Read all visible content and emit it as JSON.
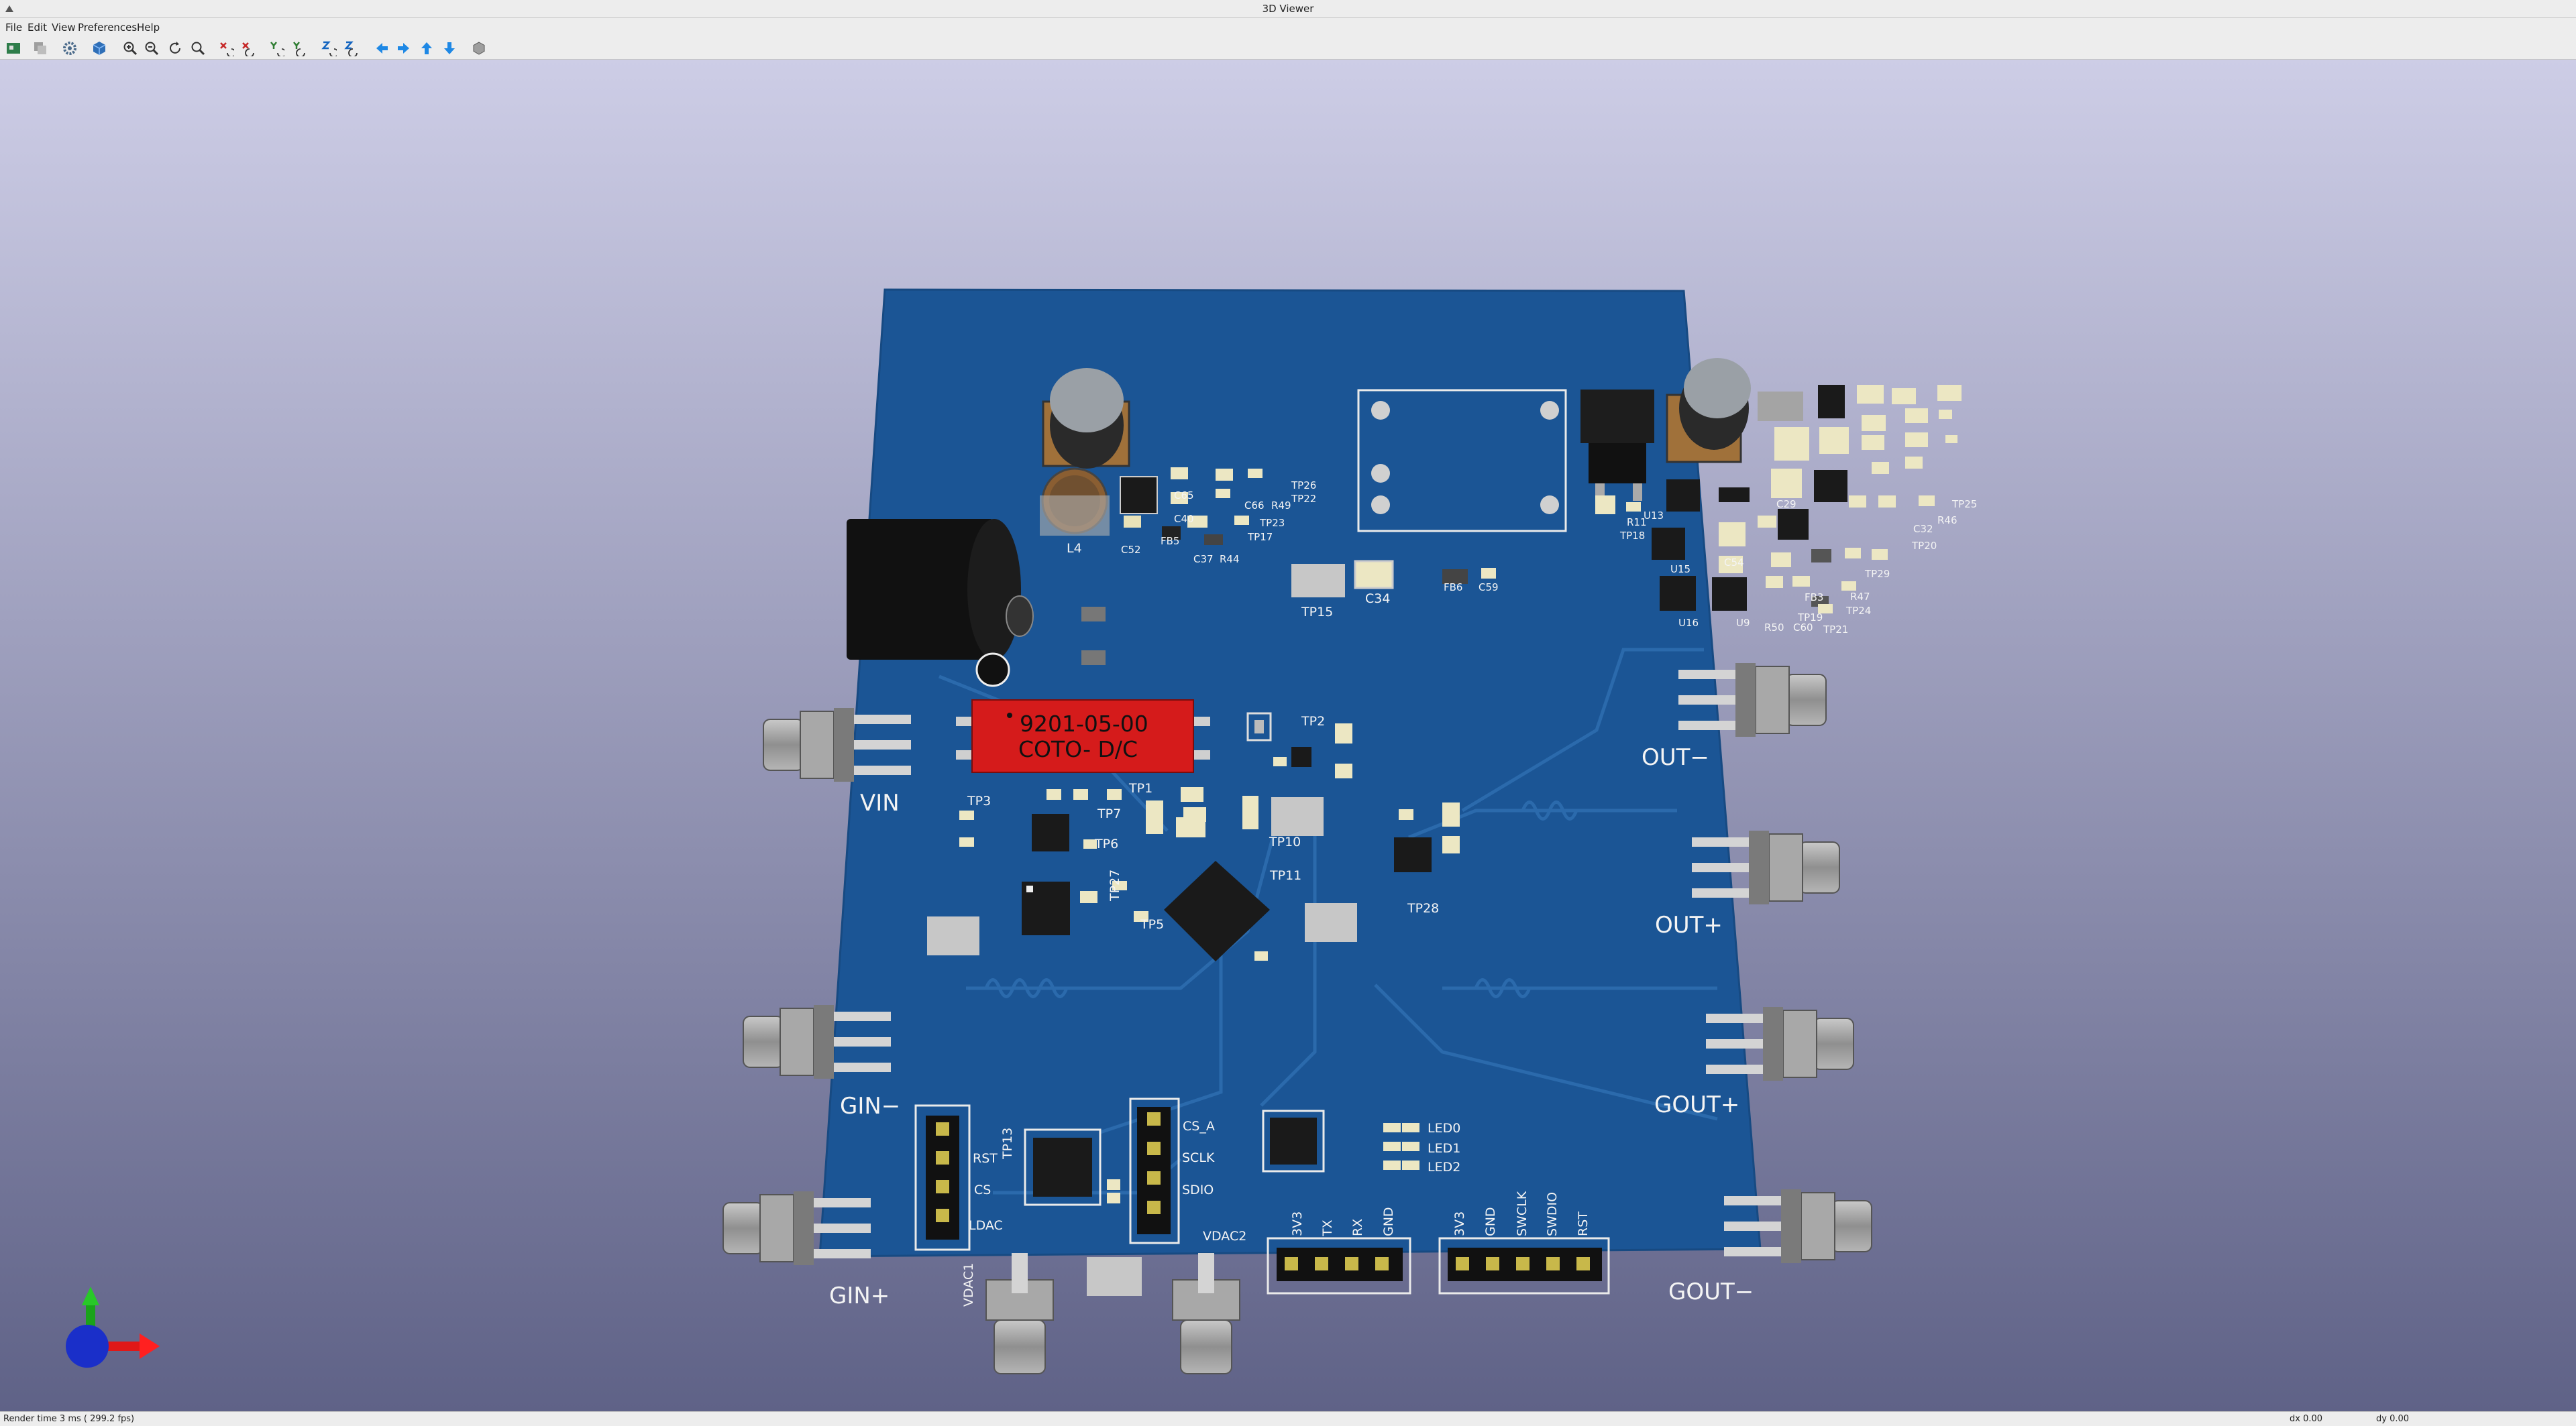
{
  "window": {
    "title": "3D Viewer"
  },
  "menu": {
    "file": "File",
    "edit": "Edit",
    "view": "View",
    "preferences": "Preferences",
    "help": "Help"
  },
  "board": {
    "relay_part_number": "9201-05-00",
    "relay_maker": "COTO- D/C",
    "connectors": {
      "vin": "VIN",
      "gin_minus": "GIN−",
      "gin_plus": "GIN+",
      "out_minus": "OUT−",
      "out_plus": "OUT+",
      "gout_plus": "GOUT+",
      "gout_minus": "GOUT−",
      "vdac1": "VDAC1",
      "vdac2": "VDAC2"
    },
    "header_left": {
      "rst": "RST",
      "cs": "CS",
      "ldac": "LDAC"
    },
    "header_spi": {
      "cs_a": "CS_A",
      "sclk": "SCLK",
      "sdio": "SDIO"
    },
    "leds": [
      "LED0",
      "LED1",
      "LED2"
    ],
    "uart_pins": [
      "3V3",
      "TX",
      "RX",
      "GND"
    ],
    "swd_pins": [
      "3V3",
      "GND",
      "SWCLK",
      "SWDIO",
      "RST"
    ],
    "designators": {
      "tp1": "TP1",
      "tp2": "TP2",
      "tp3": "TP3",
      "tp5": "TP5",
      "tp6": "TP6",
      "tp7": "TP7",
      "tp10": "TP10",
      "tp11": "TP11",
      "tp13": "TP13",
      "tp15": "TP15",
      "tp17": "TP17",
      "tp18": "TP18",
      "tp19": "TP19",
      "tp20": "TP20",
      "tp21": "TP21",
      "tp22": "TP22",
      "tp23": "TP23",
      "tp24": "TP24",
      "tp25": "TP25",
      "tp26": "TP26",
      "tp27": "TP27",
      "tp28": "TP28",
      "tp29": "TP29",
      "l4": "L4",
      "c52": "C52",
      "fb5": "FB5",
      "c37": "C37",
      "r44": "R44",
      "c65": "C65",
      "c40": "C40",
      "c66": "C66",
      "r49": "R49",
      "c34": "C34",
      "fb6": "FB6",
      "c59": "C59",
      "r11": "R11",
      "u13": "U13",
      "u15": "U15",
      "u16": "U16",
      "u9": "U9",
      "c29": "C29",
      "c54": "C54",
      "r50": "R50",
      "c60": "C60",
      "r46": "R46",
      "r47": "R47",
      "fb3": "FB3",
      "c32": "C32"
    }
  },
  "status": {
    "render": "Render time 3 ms ( 299.2 fps)",
    "dx": "dx 0.00",
    "dy": "dy 0.00"
  }
}
